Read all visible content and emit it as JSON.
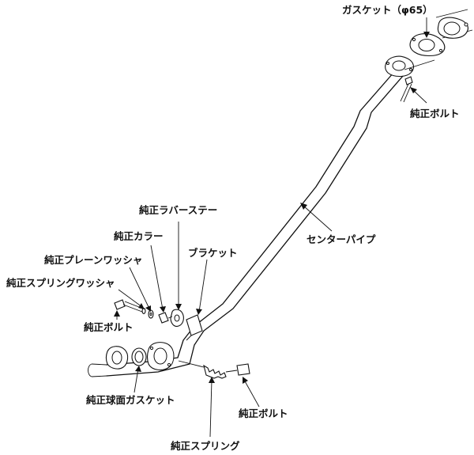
{
  "labels": {
    "gasket_top": "ガスケット（φ65）",
    "bolt_top_right": "純正ボルト",
    "center_pipe": "センターパイプ",
    "rubber_stay": "純正ラバーステー",
    "collar": "純正カラー",
    "bracket": "ブラケット",
    "plain_washer": "純正プレーンワッシャ",
    "spring_washer": "純正スプリングワッシャ",
    "bolt_left": "純正ボルト",
    "ball_gasket": "純正球面ガスケット",
    "bolt_bottom_right": "純正ボルト",
    "spring": "純正スプリング"
  }
}
